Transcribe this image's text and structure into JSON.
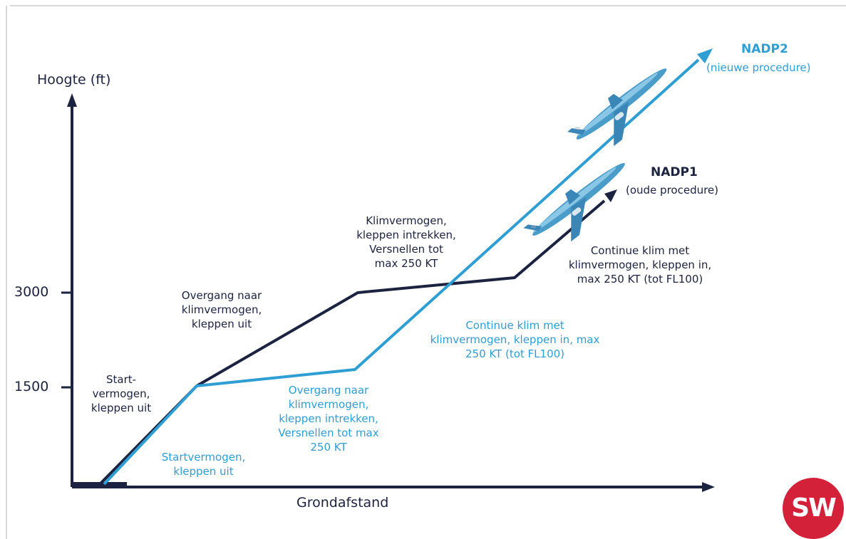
{
  "axes": {
    "y_label": "Hoogte (ft)",
    "x_label": "Grondafstand",
    "ticks": [
      "3000",
      "1500"
    ]
  },
  "nadp2": {
    "title": "NADP2",
    "subtitle": "(nieuwe procedure)",
    "color": "#2e9ed3",
    "labels": {
      "start": "Startvermogen,\nkleppen uit",
      "transition": "Overgang naar\nklimvermogen,\nkleppen intrekken,\nVersnellen tot max\n250 KT",
      "climb": "Continue klim met\nklimvermogen, kleppen in, max\n250 KT (tot FL100)"
    }
  },
  "nadp1": {
    "title": "NADP1",
    "subtitle": "(oude procedure)",
    "color": "#1b2340",
    "labels": {
      "start": "Start-\nvermogen,\nkleppen uit",
      "transition": "Overgang naar\nklimvermogen,\nkleppen uit",
      "accelerate": "Klimvermogen,\nkleppen intrekken,\nVersnellen tot\nmax 250 KT",
      "climb": "Continue klim met\nklimvermogen, kleppen in,\nmax 250 KT (tot FL100)"
    }
  },
  "logo": {
    "text": "SW",
    "color": "#d3213a"
  }
}
